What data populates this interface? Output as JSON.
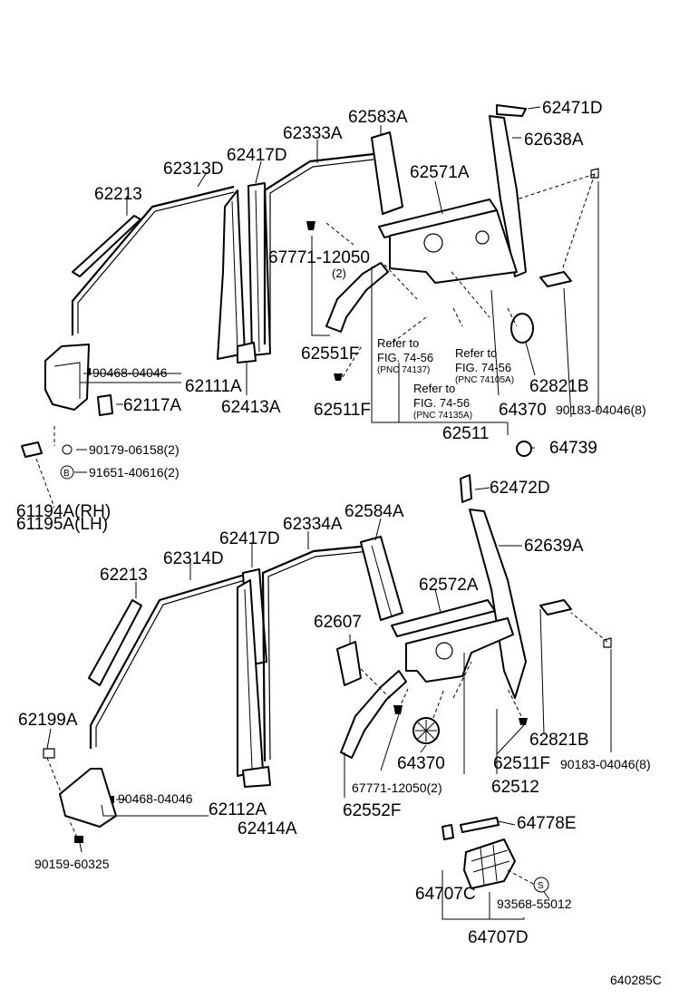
{
  "upper": {
    "p62471D": "62471D",
    "p62638A": "62638A",
    "p62583A": "62583A",
    "p62333A": "62333A",
    "p62417D": "62417D",
    "p62313D": "62313D",
    "p62213": "62213",
    "p62571A": "62571A",
    "p67771": "67771-12050",
    "p67771_qty": "(2)",
    "p62551F": "62551F",
    "p62511F": "62511F",
    "p90468": "90468-04046",
    "p62111A": "62111A",
    "p62117A": "62117A",
    "p62413A": "62413A",
    "ref1_a": "Refer to",
    "ref1_b": "FIG. 74-56",
    "ref1_c": "(PNC 74137)",
    "ref2_a": "Refer to",
    "ref2_b": "FIG. 74-56",
    "ref2_c": "(PNC 74135A)",
    "ref3_a": "Refer to",
    "ref3_b": "FIG. 74-56",
    "ref3_c": "(PNC 74105A)",
    "p62821B": "62821B",
    "p64370": "64370",
    "p90183": "90183-04046(8)",
    "p62511": "62511",
    "p64739": "64739",
    "p90179": "90179-06158(2)",
    "p91651": "91651-40616(2)",
    "marker_b": "B",
    "p61194A": "61194A(RH)",
    "p61195A": "61195A(LH)"
  },
  "lower": {
    "p62472D": "62472D",
    "p62639A": "62639A",
    "p62584A": "62584A",
    "p62334A": "62334A",
    "p62417D": "62417D",
    "p62314D": "62314D",
    "p62213": "62213",
    "p62572A": "62572A",
    "p62607": "62607",
    "p62199A": "62199A",
    "p90468": "90468-04046",
    "p62112A": "62112A",
    "p62414A": "62414A",
    "p90159": "90159-60325",
    "p62821B": "62821B",
    "p64370": "64370",
    "p62511F": "62511F",
    "p90183": "90183-04046(8)",
    "p67771": "67771-12050(2)",
    "p62512": "62512",
    "p62552F": "62552F",
    "p64778E": "64778E",
    "marker_s": "S",
    "p64707C": "64707C",
    "p93568": "93568-55012",
    "p64707D": "64707D"
  },
  "figure_code": "640285C"
}
